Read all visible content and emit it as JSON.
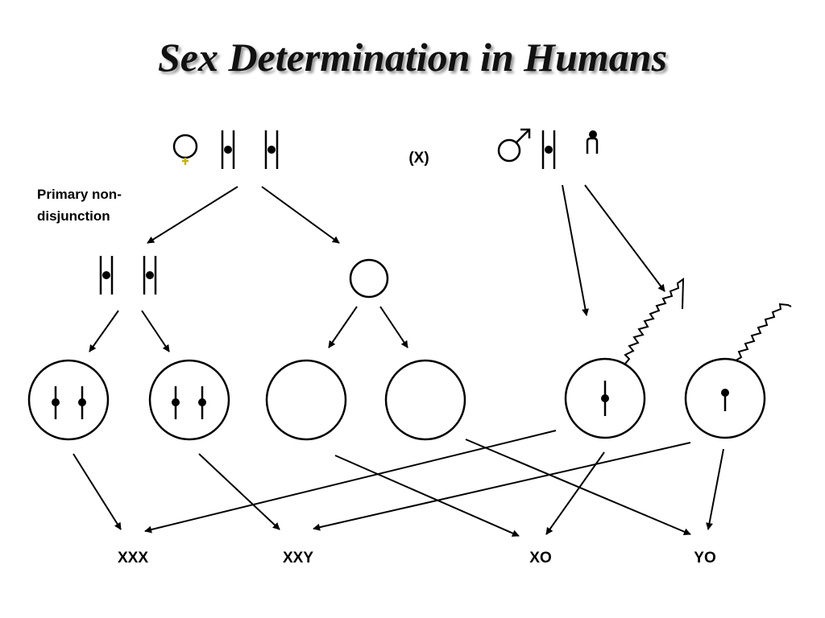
{
  "title": "Sex Determination in Humans",
  "cross_symbol": "(X)",
  "annotation_lines": [
    "Primary non-",
    "disjunction"
  ],
  "offspring_labels": [
    "XXX",
    "XXY",
    "XO",
    "YO"
  ],
  "colors": {
    "line": "#000000",
    "female_cross": "#c8b400",
    "title_shadow": "#9a9a9a"
  },
  "icons": [
    "female-symbol-icon",
    "male-symbol-icon"
  ]
}
